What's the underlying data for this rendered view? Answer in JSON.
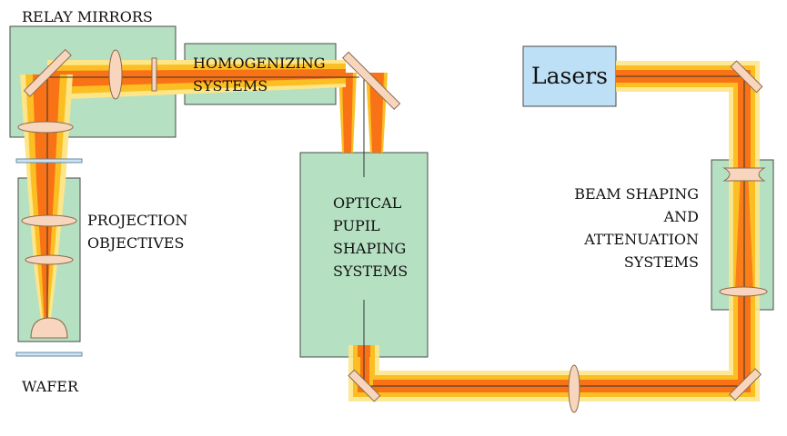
{
  "colors": {
    "beam_outer": "#fde68a",
    "beam_mid": "#fbbf24",
    "beam_inner": "#f97316",
    "box_fill": "#b5e0c2",
    "box_stroke": "#4a4a4a",
    "laser_fill": "#bde0f6",
    "optic_fill": "#f8d6bd",
    "optic_stroke": "#8a6a50"
  },
  "labels": {
    "relay_mirrors": "RELAY MIRRORS",
    "homogenizing_line1": "HOMOGENIZING",
    "homogenizing_line2": "SYSTEMS",
    "lasers": "Lasers",
    "projection_line1": "PROJECTION",
    "projection_line2": "OBJECTIVES",
    "optical_line1": "OPTICAL",
    "optical_line2": "PUPIL",
    "optical_line3": "SHAPING",
    "optical_line4": "SYSTEMS",
    "beam_line1": "BEAM SHAPING",
    "beam_line2": "AND",
    "beam_line3": "ATTENUATION",
    "beam_line4": "SYSTEMS",
    "wafer": "WAFER"
  }
}
